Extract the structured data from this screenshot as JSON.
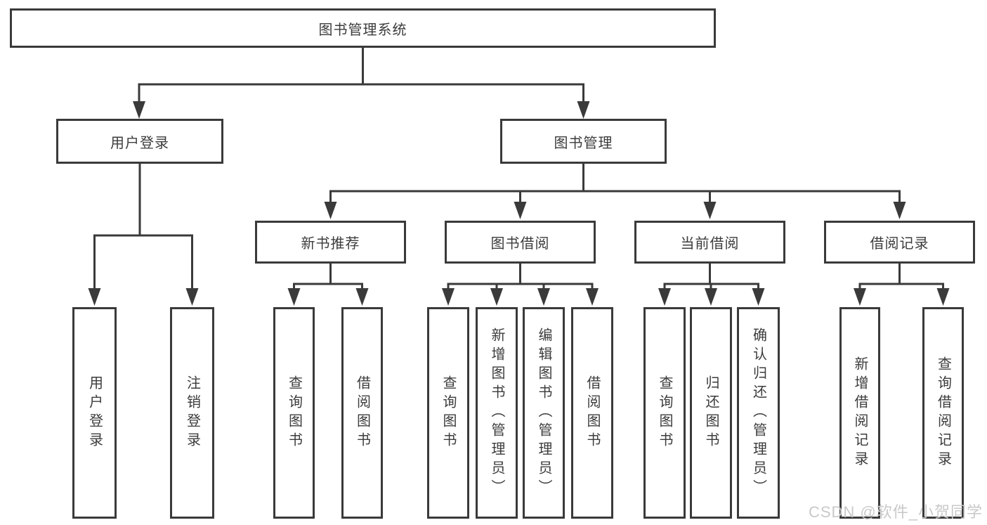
{
  "diagram": {
    "root": {
      "label": "图书管理系统",
      "children": [
        {
          "label": "用户登录",
          "children": [
            {
              "label": "用户登录"
            },
            {
              "label": "注销登录"
            }
          ]
        },
        {
          "label": "图书管理",
          "children": [
            {
              "label": "新书推荐",
              "children": [
                {
                  "label": "查询图书"
                },
                {
                  "label": "借阅图书"
                }
              ]
            },
            {
              "label": "图书借阅",
              "children": [
                {
                  "label": "查询图书"
                },
                {
                  "label": "新增图书（管理员）"
                },
                {
                  "label": "编辑图书（管理员）"
                },
                {
                  "label": "借阅图书"
                }
              ]
            },
            {
              "label": "当前借阅",
              "children": [
                {
                  "label": "查询图书"
                },
                {
                  "label": "归还图书"
                },
                {
                  "label": "确认归还（管理员）"
                }
              ]
            },
            {
              "label": "借阅记录",
              "children": [
                {
                  "label": "新增借阅记录"
                },
                {
                  "label": "查询借阅记录"
                }
              ]
            }
          ]
        }
      ]
    }
  },
  "watermark": {
    "text": "CSDN @软件_小贺同学"
  },
  "colors": {
    "line": "#3a3a3a",
    "text": "#3c3c3c",
    "background": "#ffffff",
    "watermark": "#c9c9c9"
  }
}
